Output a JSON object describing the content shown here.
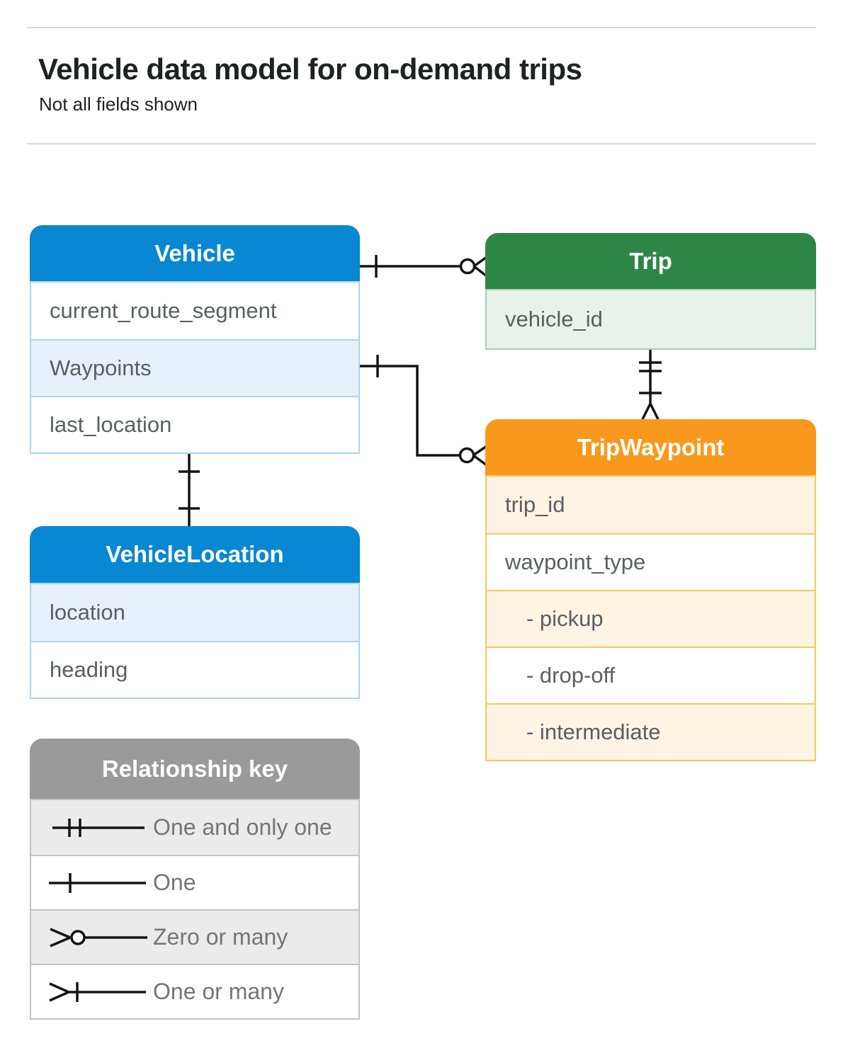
{
  "header": {
    "title": "Vehicle data model for on-demand trips",
    "subtitle": "Not all fields shown"
  },
  "colors": {
    "line": "#141414",
    "blue-header": "#0887d3",
    "blue-row": "#e8f1fb",
    "green-header": "#2e8646",
    "green-row": "#e8f1ea",
    "orange-header": "#f8991d",
    "orange-row": "#fdf4e4",
    "gray-header": "#9a9a9a",
    "gray-row": "#ebebeb"
  },
  "entities": {
    "vehicle": {
      "title": "Vehicle",
      "fields": [
        {
          "label": "current_route_segment"
        },
        {
          "label": "Waypoints"
        },
        {
          "label": "last_location"
        }
      ]
    },
    "trip": {
      "title": "Trip",
      "fields": [
        {
          "label": "vehicle_id"
        }
      ]
    },
    "trip_waypoint": {
      "title": "TripWaypoint",
      "fields": [
        {
          "label": "trip_id"
        },
        {
          "label": "waypoint_type"
        },
        {
          "label": "- pickup"
        },
        {
          "label": "- drop-off"
        },
        {
          "label": "- intermediate"
        }
      ]
    },
    "vehicle_location": {
      "title": "VehicleLocation",
      "fields": [
        {
          "label": "location"
        },
        {
          "label": "heading"
        }
      ]
    }
  },
  "relationships": [
    {
      "from": "Vehicle",
      "to": "Trip",
      "from_cardinality": "one",
      "to_cardinality": "zero-or-many"
    },
    {
      "from": "Vehicle.Waypoints",
      "to": "TripWaypoint",
      "from_cardinality": "one",
      "to_cardinality": "zero-or-many"
    },
    {
      "from": "Trip",
      "to": "TripWaypoint",
      "from_cardinality": "one-and-only-one",
      "to_cardinality": "one-or-many"
    },
    {
      "from": "Vehicle",
      "to": "VehicleLocation",
      "from_cardinality": "one",
      "to_cardinality": "one"
    }
  ],
  "legend": {
    "title": "Relationship key",
    "items": [
      {
        "symbol": "one-and-only-one",
        "label": "One and only one"
      },
      {
        "symbol": "one",
        "label": "One"
      },
      {
        "symbol": "zero-or-many",
        "label": "Zero or many"
      },
      {
        "symbol": "one-or-many",
        "label": "One or many"
      }
    ]
  }
}
